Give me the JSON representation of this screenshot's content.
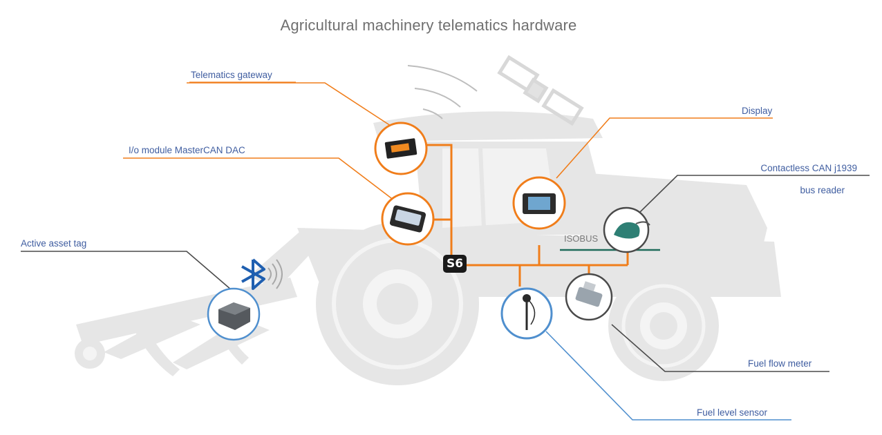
{
  "diagram": {
    "title": "Agricultural machinery telematics hardware",
    "badge": "S6",
    "bus_label": "ISOBUS",
    "colors": {
      "orange": "#f07d1a",
      "blue": "#4f8fce",
      "dark_line": "#4a4a4a",
      "tractor": "#e6e6e6",
      "label": "#3f5da0"
    },
    "devices": [
      {
        "id": "telematics_gateway",
        "label": "Telematics gateway",
        "icon": "gateway-icon"
      },
      {
        "id": "io_module",
        "label": "I/o module MasterCAN DAC",
        "icon": "module-icon"
      },
      {
        "id": "active_asset_tag",
        "label": "Active asset tag",
        "icon": "asset-tag-icon"
      },
      {
        "id": "display",
        "label": "Display",
        "icon": "display-icon"
      },
      {
        "id": "can_reader",
        "label_line1": "Contactless CAN j1939",
        "label_line2": "bus reader",
        "icon": "can-reader-icon"
      },
      {
        "id": "fuel_flow_meter",
        "label": "Fuel flow meter",
        "icon": "flow-meter-icon"
      },
      {
        "id": "fuel_level_sensor",
        "label": "Fuel level sensor",
        "icon": "level-sensor-icon"
      }
    ]
  }
}
